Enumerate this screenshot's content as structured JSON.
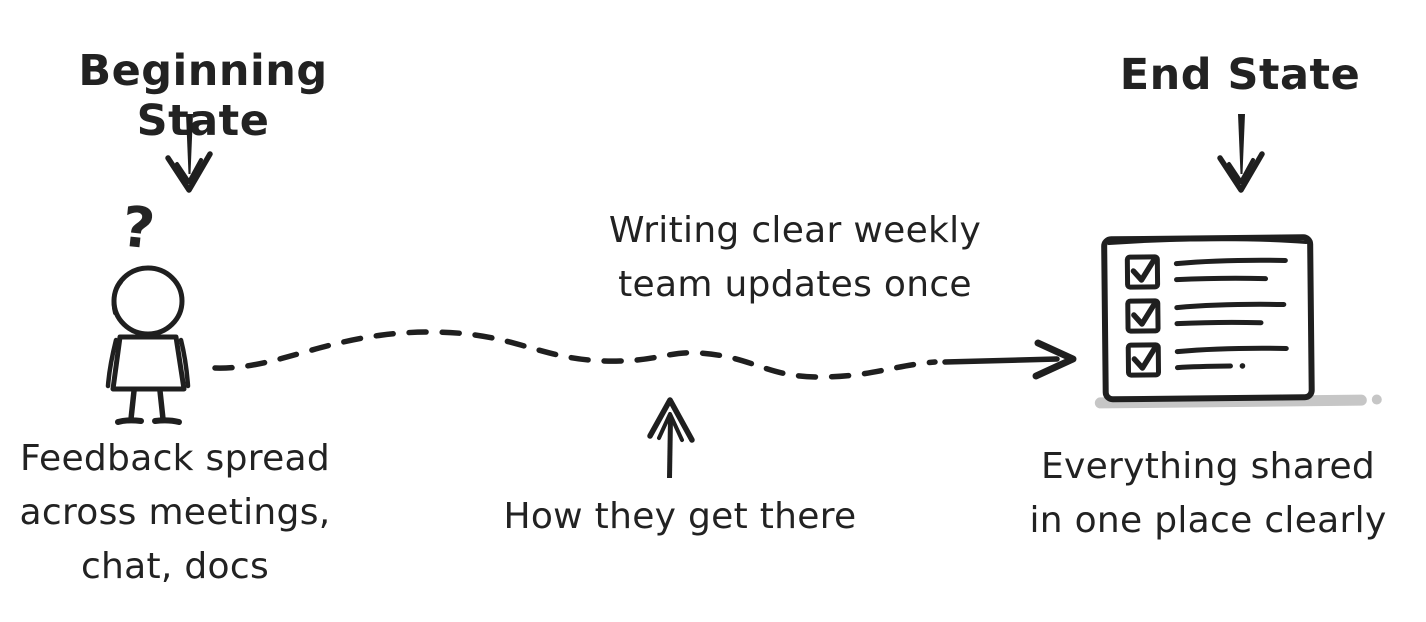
{
  "palette": {
    "background": "#ffffff",
    "ink": "#1f1f1f",
    "shadow": "#c6c6c6"
  },
  "beginning": {
    "label": "Beginning State",
    "question_mark": "?",
    "caption": "Feedback spread\nacross meetings,\nchat, docs"
  },
  "journey": {
    "label": "Writing clear weekly\nteam updates once",
    "how_label": "How they get there"
  },
  "end": {
    "label": "End State",
    "caption": "Everything shared\nin one place clearly"
  },
  "icons": {
    "stick_figure": "confused-person",
    "checklist": "checked-list-document",
    "down_arrow": "hand-drawn-down-arrow",
    "up_arrow": "hand-drawn-up-arrow",
    "path": "wavy-dashed-arrow"
  }
}
